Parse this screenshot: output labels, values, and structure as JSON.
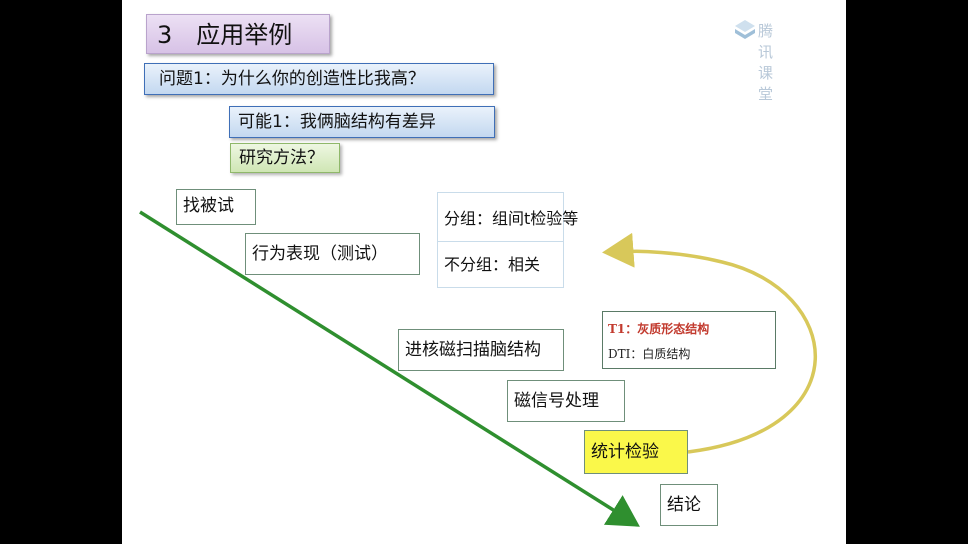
{
  "slide": {
    "title": "3　应用举例",
    "question": "问题1：为什么你的创造性比我高？",
    "possibility": "可能1：我俩脑结构有差异",
    "method_label": "研究方法？",
    "steps": [
      "找被试",
      "行为表现（测试）",
      "进核磁扫描脑结构",
      "磁信号处理",
      "统计检验",
      "结论"
    ],
    "analysis_methods": [
      "分组：组间t检验等",
      "不分组：相关"
    ],
    "scan_types": [
      "T1：灰质形态结构",
      "DTI：白质结构"
    ],
    "logo_text": "腾讯课堂"
  },
  "colors": {
    "arrow_green": "#2f8f2f",
    "arrow_yellow": "#d8c85a",
    "highlight_yellow": "#faf84a",
    "t1_red": "#c23a2e"
  }
}
